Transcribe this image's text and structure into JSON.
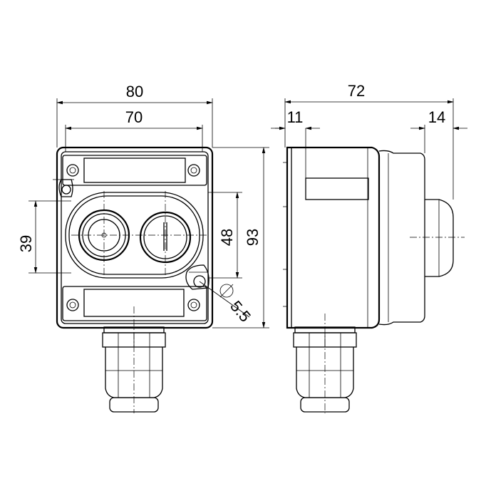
{
  "dimensions": {
    "front_outer_width": "80",
    "front_inner_width": "70",
    "front_height_total": "93",
    "front_height_inner": "48",
    "front_button_spacing": "39",
    "mount_hole_diameter": "5.5",
    "side_depth_total": "72",
    "side_front_offset": "11",
    "side_button_protrusion": "14"
  }
}
